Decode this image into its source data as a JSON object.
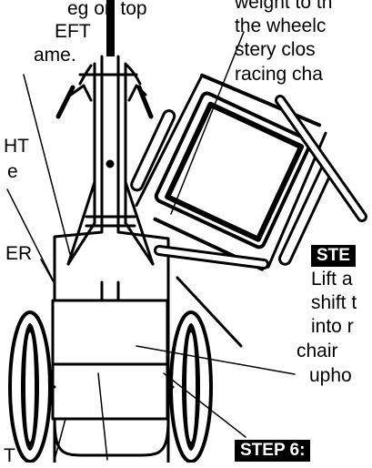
{
  "left_text": {
    "lines": [
      "eg on top",
      "EFT",
      "ame.",
      "HT",
      "e",
      "ER",
      "T"
    ]
  },
  "top_right_text": {
    "lines": [
      "weight to th",
      "the wheelc",
      "stery clos",
      "racing cha"
    ]
  },
  "step_badges": {
    "badge_a": "STE",
    "badge_b": "STEP 6:"
  },
  "right_text": {
    "lines": [
      "Lift a",
      "shift t",
      "into r",
      "chair",
      "upho"
    ]
  },
  "colors": {
    "ink": "#000000",
    "paper": "#ffffff"
  }
}
